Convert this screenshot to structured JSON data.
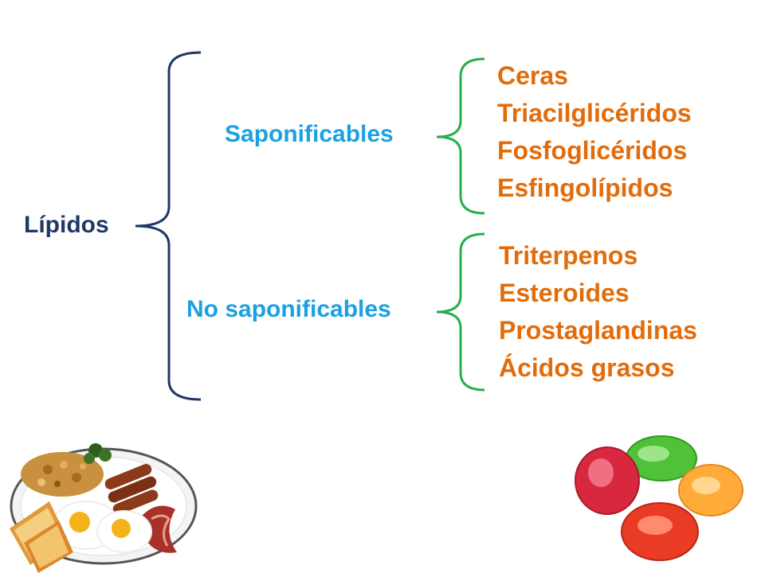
{
  "diagram": {
    "root": {
      "label": "Lípidos"
    },
    "categories": [
      {
        "label": "Saponificables",
        "items": [
          "Ceras",
          "Triacilglicéridos",
          "Fosfoglicéridos",
          "Esfingolípidos"
        ]
      },
      {
        "label": "No saponificables",
        "items": [
          "Triterpenos",
          "Esteroides",
          "Prostaglandinas",
          "Ácidos grasos"
        ]
      }
    ]
  },
  "colors": {
    "root": "#1f3864",
    "category": "#1ba1e2",
    "item": "#e36c0a",
    "main_brace": "#1f3864",
    "sub_brace": "#27ae4f"
  },
  "images": [
    {
      "name": "breakfast-plate-image",
      "description_icon": "plate-food-icon"
    },
    {
      "name": "gelatin-candies-image",
      "description_icon": "candy-icon"
    }
  ]
}
